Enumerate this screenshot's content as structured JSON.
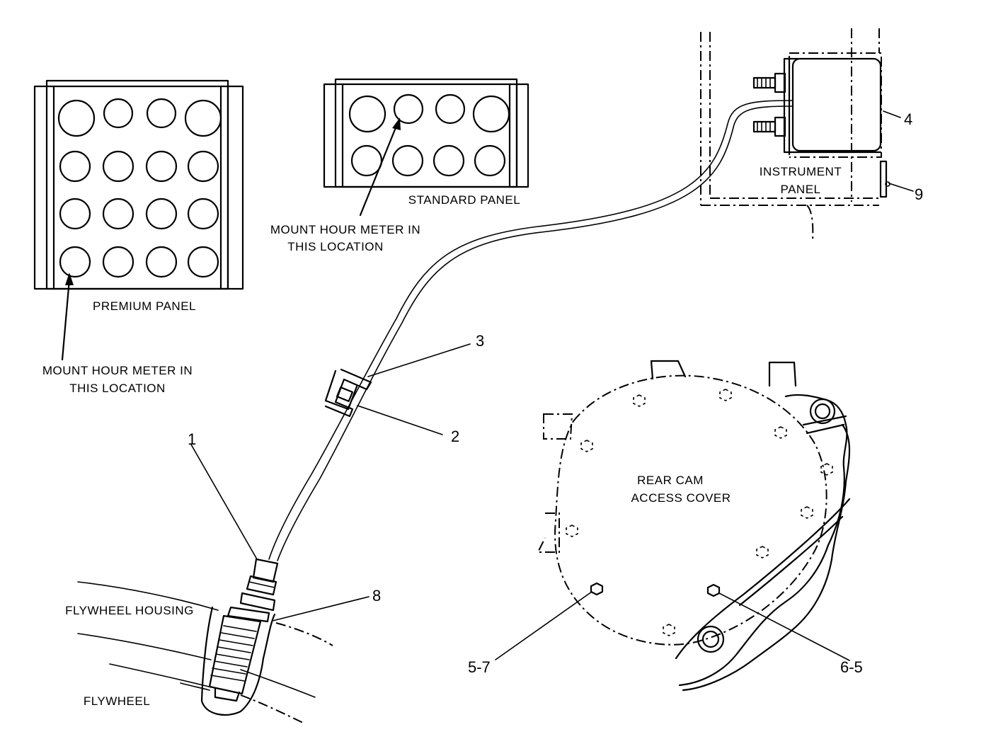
{
  "labels": {
    "premium_panel": "PREMIUM PANEL",
    "standard_panel": "STANDARD PANEL",
    "mount_note_premium_1": "MOUNT HOUR METER IN",
    "mount_note_premium_2": "THIS LOCATION",
    "mount_note_standard_1": "MOUNT HOUR METER IN",
    "mount_note_standard_2": "THIS LOCATION",
    "instrument_panel_1": "INSTRUMENT",
    "instrument_panel_2": "PANEL",
    "rear_cam_1": "REAR CAM",
    "rear_cam_2": "ACCESS COVER",
    "flywheel_housing": "FLYWHEEL HOUSING",
    "flywheel": "FLYWHEEL"
  },
  "callouts": {
    "c1": "1",
    "c2": "2",
    "c3": "3",
    "c4": "4",
    "c5_7": "5-7",
    "c6_5": "6-5",
    "c8": "8",
    "c9": "9"
  }
}
